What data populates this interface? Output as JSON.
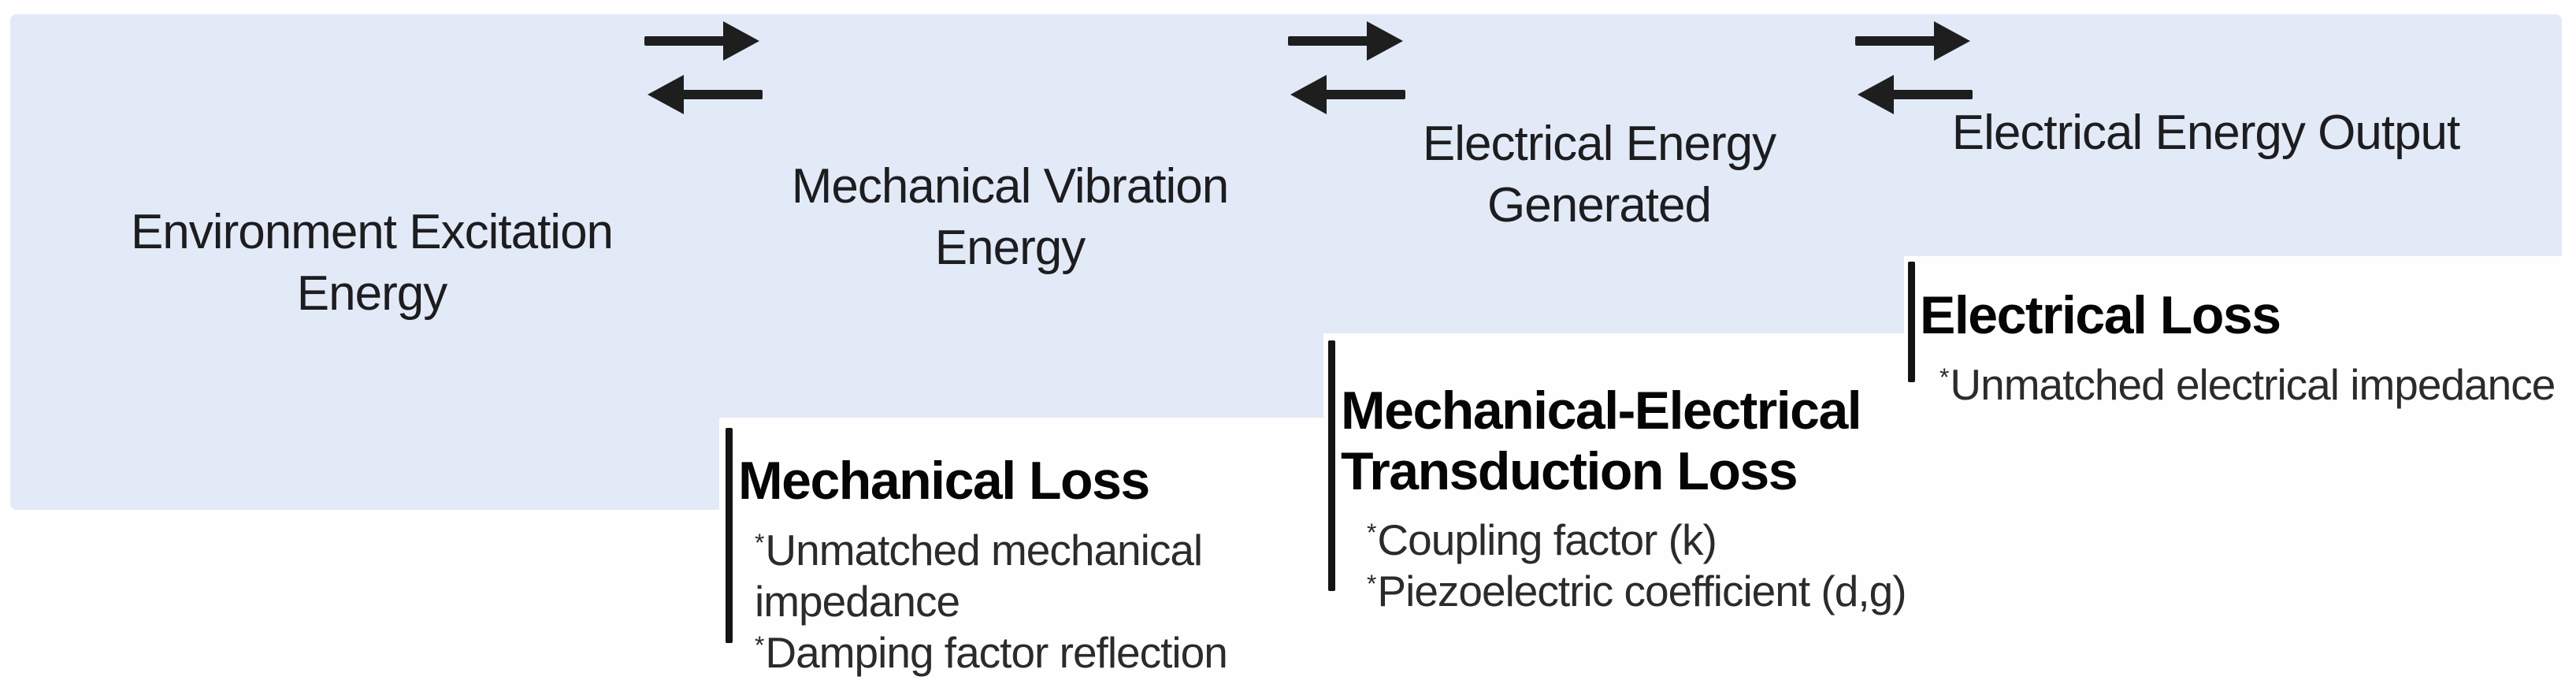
{
  "diagram": {
    "stages": [
      {
        "id": "environment-excitation",
        "label_lines": [
          "Environment Excitation",
          "Energy"
        ]
      },
      {
        "id": "mechanical-vibration",
        "label_lines": [
          "Mechanical Vibration",
          "Energy"
        ]
      },
      {
        "id": "electrical-generated",
        "label_lines": [
          "Electrical Energy",
          "Generated"
        ]
      },
      {
        "id": "electrical-output",
        "label_lines": [
          "Electrical Energy Output"
        ]
      }
    ],
    "transfers": [
      {
        "between": [
          "Environment Excitation Energy",
          "Mechanical Vibration Energy"
        ],
        "direction": "bidirectional"
      },
      {
        "between": [
          "Mechanical Vibration Energy",
          "Electrical Energy Generated"
        ],
        "direction": "bidirectional"
      },
      {
        "between": [
          "Electrical Energy Generated",
          "Electrical Energy Output"
        ],
        "direction": "bidirectional"
      }
    ],
    "losses": [
      {
        "id": "mechanical-loss",
        "title_lines": [
          "Mechanical Loss"
        ],
        "bullet_lines": [
          "*Unmatched mechanical",
          "impedance",
          "*Damping factor reflection"
        ]
      },
      {
        "id": "transduction-loss",
        "title_lines": [
          "Mechanical-Electrical",
          "Transduction Loss"
        ],
        "bullet_lines": [
          "*Coupling factor (k)",
          "*Piezoelectric coefficient (d,g)"
        ]
      },
      {
        "id": "electrical-loss",
        "title_lines": [
          "Electrical Loss"
        ],
        "bullet_lines": [
          "*Unmatched electrical impedance"
        ]
      }
    ]
  },
  "palette": {
    "band_blue": "#e2eaf7",
    "box_white": "#fefefe",
    "bar_black": "#141414",
    "arrow_black": "#1e1e1e",
    "label_text": "#1d1d20",
    "title_text": "#050505",
    "bullet_text": "#2b2b2b"
  }
}
